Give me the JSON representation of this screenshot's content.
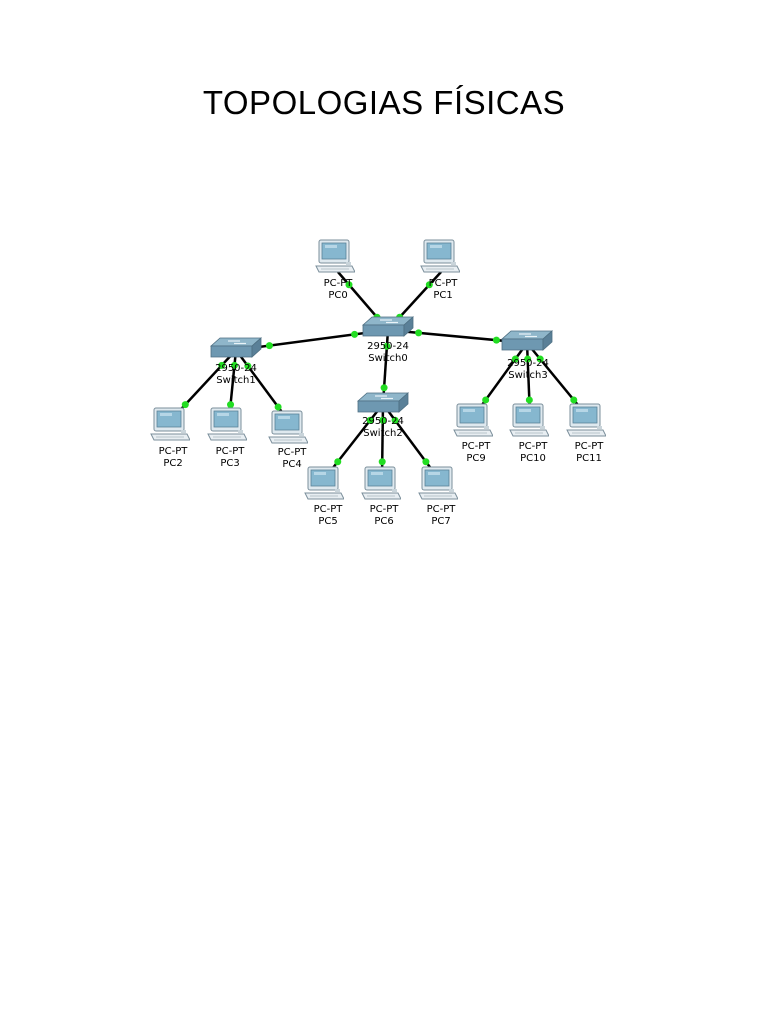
{
  "title": "TOPOLOGIAS FÍSICAS",
  "colors": {
    "link": "#000000",
    "port": "#22dd22",
    "pc_body": "#d9e7ef",
    "pc_screen": "#7fb0c9",
    "switch": "#6f98b0"
  },
  "devices": {
    "switch0": {
      "model": "2950-24",
      "name": "Switch0"
    },
    "switch1": {
      "model": "2950-24",
      "name": "Switch1"
    },
    "switch2": {
      "model": "2950-24",
      "name": "Switch2"
    },
    "switch3": {
      "model": "2950-24",
      "name": "Switch3"
    },
    "pc0": {
      "type": "PC-PT",
      "name": "PC0"
    },
    "pc1": {
      "type": "PC-PT",
      "name": "PC1"
    },
    "pc2": {
      "type": "PC-PT",
      "name": "PC2"
    },
    "pc3": {
      "type": "PC-PT",
      "name": "PC3"
    },
    "pc4": {
      "type": "PC-PT",
      "name": "PC4"
    },
    "pc5": {
      "type": "PC-PT",
      "name": "PC5"
    },
    "pc6": {
      "type": "PC-PT",
      "name": "PC6"
    },
    "pc7": {
      "type": "PC-PT",
      "name": "PC7"
    },
    "pc9": {
      "type": "PC-PT",
      "name": "PC9"
    },
    "pc10": {
      "type": "PC-PT",
      "name": "PC10"
    },
    "pc11": {
      "type": "PC-PT",
      "name": "PC11"
    }
  },
  "links": [
    [
      "pc0",
      "switch0"
    ],
    [
      "pc1",
      "switch0"
    ],
    [
      "switch0",
      "switch1"
    ],
    [
      "switch0",
      "switch2"
    ],
    [
      "switch0",
      "switch3"
    ],
    [
      "switch1",
      "pc2"
    ],
    [
      "switch1",
      "pc3"
    ],
    [
      "switch1",
      "pc4"
    ],
    [
      "switch2",
      "pc5"
    ],
    [
      "switch2",
      "pc6"
    ],
    [
      "switch2",
      "pc7"
    ],
    [
      "switch3",
      "pc9"
    ],
    [
      "switch3",
      "pc10"
    ],
    [
      "switch3",
      "pc11"
    ]
  ]
}
